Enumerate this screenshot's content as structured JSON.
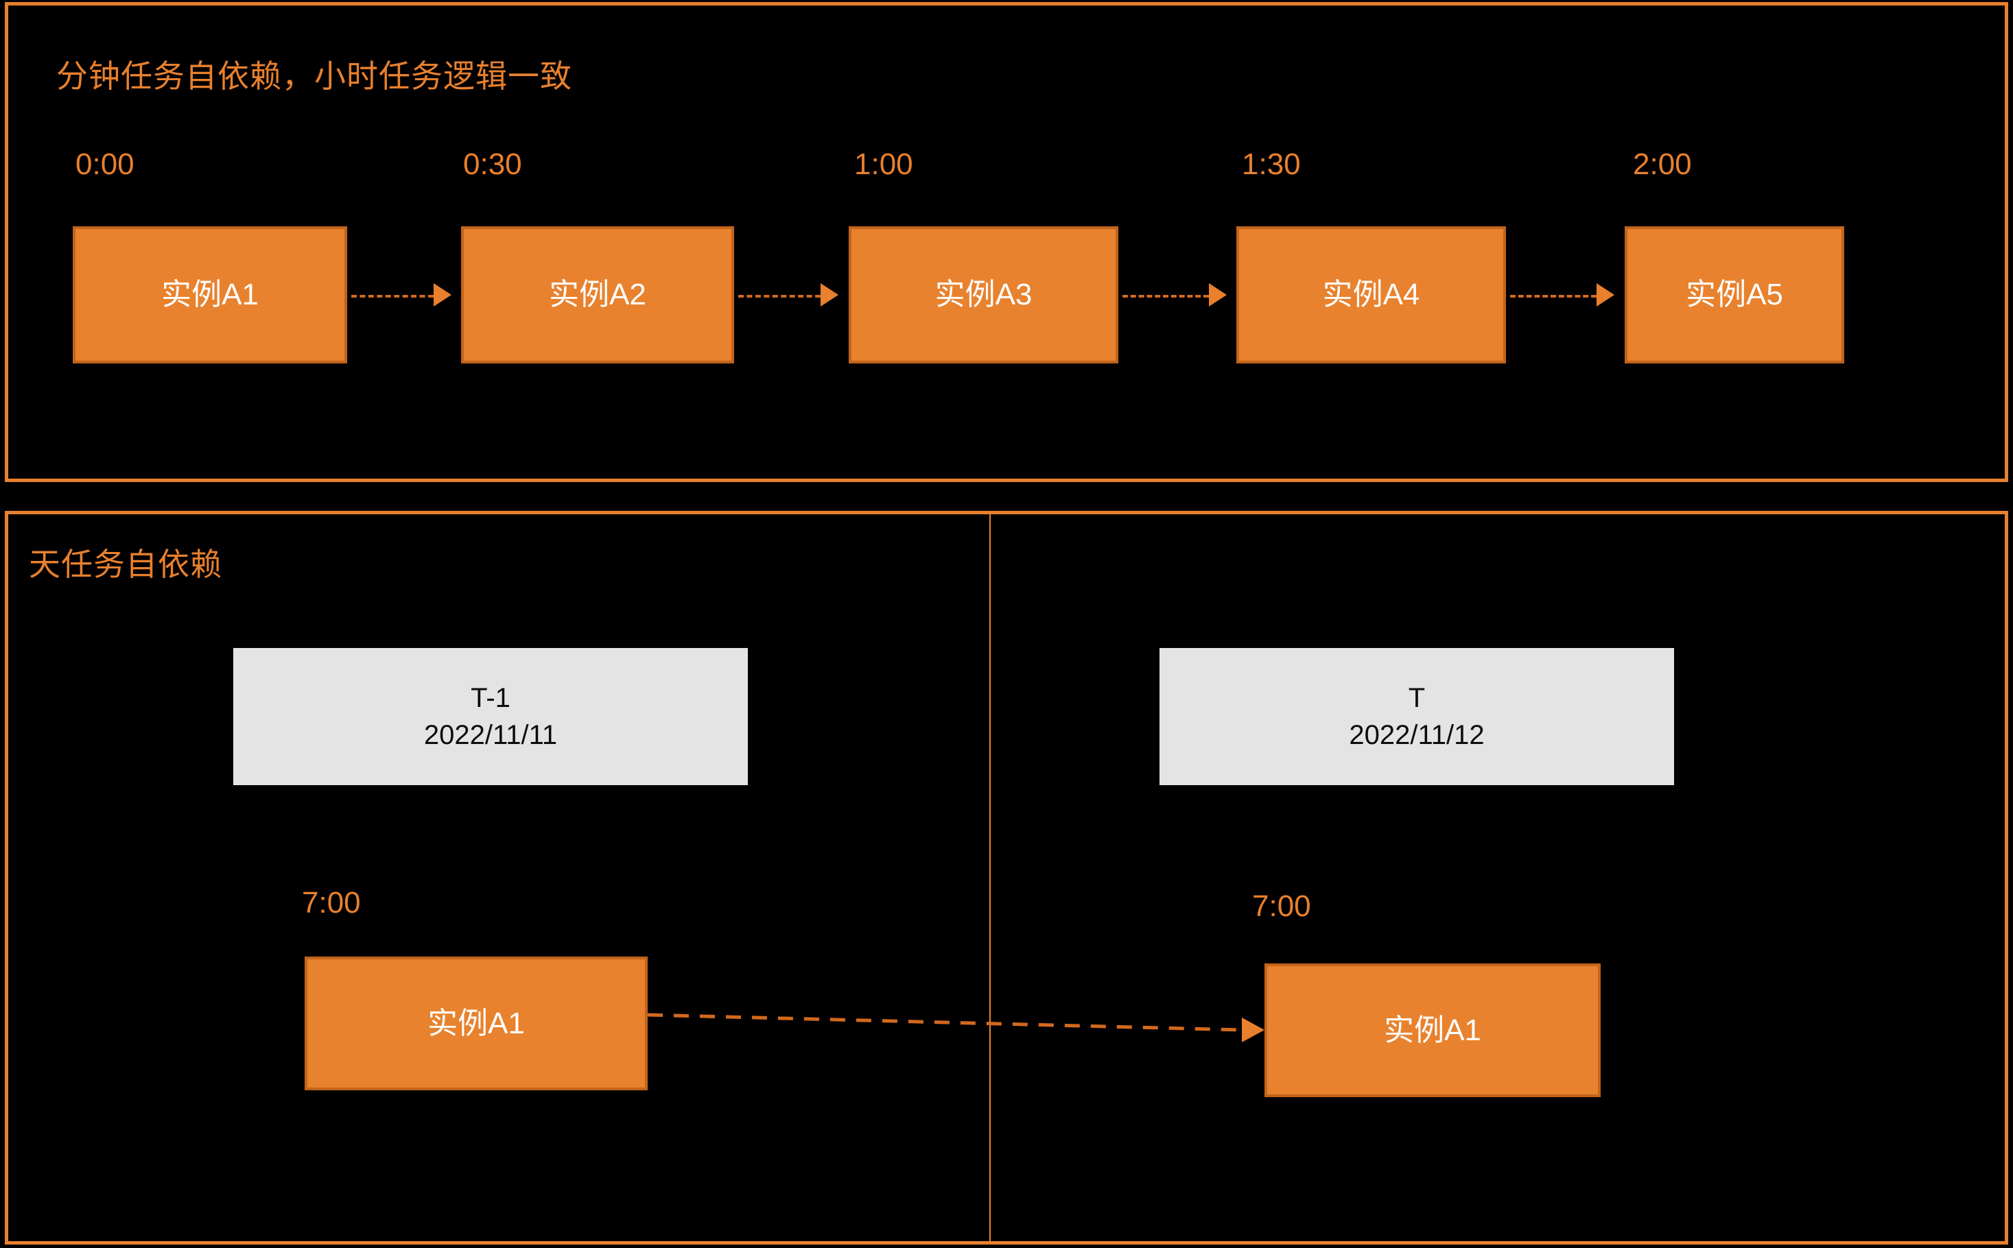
{
  "theme": {
    "background": "#000000",
    "accent": "#E8802E",
    "box_fill": "#E8822E",
    "box_border": "#C2641B",
    "box_text": "#FFFFFF",
    "date_box_fill": "#E4E4E4",
    "date_box_text": "#0D0D0D",
    "arrow": "#D2691E"
  },
  "minute_panel": {
    "title": "分钟任务自依赖，小时任务逻辑一致",
    "time_labels": [
      "0:00",
      "0:30",
      "1:00",
      "1:30",
      "2:00"
    ],
    "instances": [
      "实例A1",
      "实例A2",
      "实例A3",
      "实例A4",
      "实例A5"
    ],
    "arrow_count": 4
  },
  "day_panel": {
    "title": "天任务自依赖",
    "columns": [
      {
        "date_title": "T-1",
        "date_value": "2022/11/11",
        "time_label": "7:00",
        "instance": "实例A1"
      },
      {
        "date_title": "T",
        "date_value": "2022/11/12",
        "time_label": "7:00",
        "instance": "实例A1"
      }
    ],
    "arrow_count": 1
  }
}
